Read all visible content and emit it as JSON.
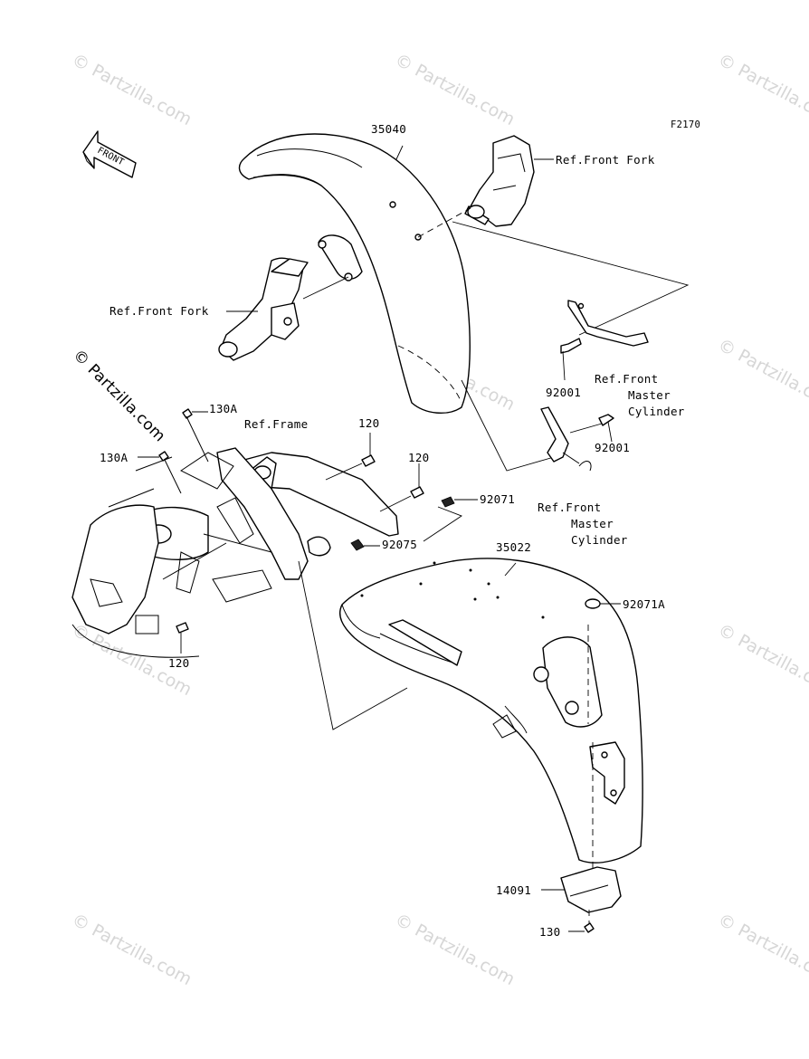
{
  "figure_code": "F2170",
  "front_arrow_label": "FRONT",
  "copyright_tag": "© Partzilla.com",
  "watermark_text": "© Partzilla.com",
  "labels": {
    "p35040": "35040",
    "ref_front_fork_top": "Ref.Front Fork",
    "ref_front_fork_left": "Ref.Front Fork",
    "p92001_a": "92001",
    "p92001_b": "92001",
    "ref_master_cyl_a": [
      "Ref.Front",
      "Master",
      "Cylinder"
    ],
    "ref_master_cyl_b": [
      "Ref.Front",
      "Master",
      "Cylinder"
    ],
    "p130A_a": "130A",
    "p130A_b": "130A",
    "ref_frame": "Ref.Frame",
    "p120_a": "120",
    "p120_b": "120",
    "p120_c": "120",
    "p92071": "92071",
    "p92075": "92075",
    "p35022": "35022",
    "p92071A": "92071A",
    "p14091": "14091",
    "p130": "130"
  }
}
